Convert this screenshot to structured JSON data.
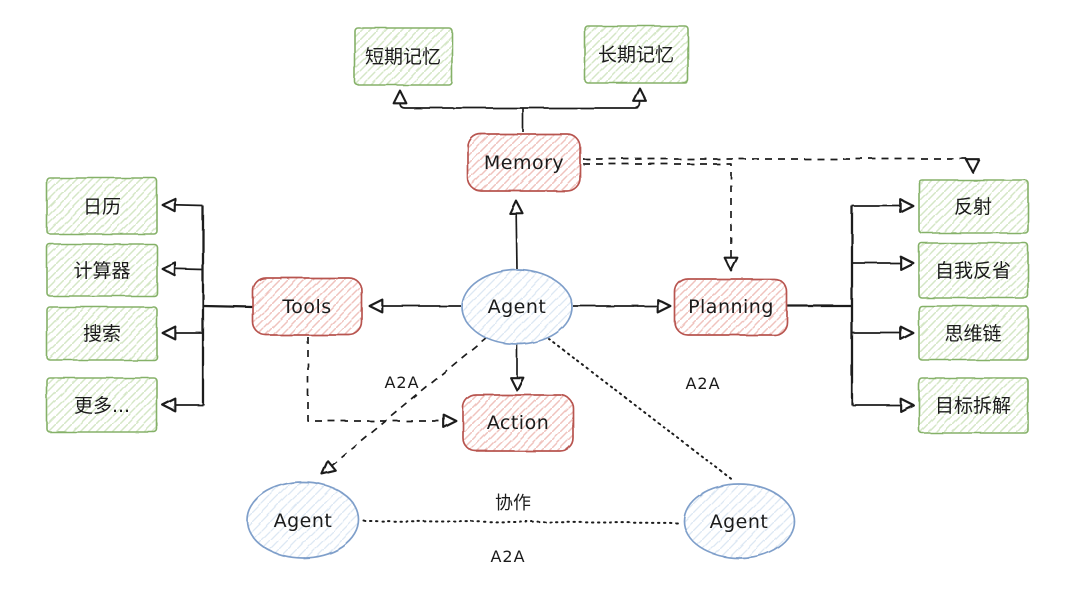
{
  "diagram_title": "Agent architecture diagram",
  "colors": {
    "background": "#ffffff",
    "line": "#1b1b1b",
    "red_stroke": "#b85450",
    "red_hatch": "#f0c3be",
    "green_stroke": "#85b168",
    "green_hatch": "#d5e7c6",
    "blue_stroke": "#7f9fca",
    "blue_hatch": "#dde8f4"
  },
  "nodes": {
    "memory": {
      "label": "Memory"
    },
    "short_term": {
      "label": "短期记忆"
    },
    "long_term": {
      "label": "长期记忆"
    },
    "agent": {
      "label": "Agent"
    },
    "tools": {
      "label": "Tools"
    },
    "planning": {
      "label": "Planning"
    },
    "action": {
      "label": "Action"
    },
    "calendar": {
      "label": "日历"
    },
    "calculator": {
      "label": "计算器"
    },
    "search": {
      "label": "搜索"
    },
    "more": {
      "label": "更多..."
    },
    "reflection": {
      "label": "反射"
    },
    "self_reflection": {
      "label": "自我反省"
    },
    "chain_of_thought": {
      "label": "思维链"
    },
    "goal_decomposition": {
      "label": "目标拆解"
    },
    "agent_bottom_left": {
      "label": "Agent"
    },
    "agent_bottom_right": {
      "label": "Agent"
    }
  },
  "edge_labels": {
    "a2a_left": "A2A",
    "a2a_right": "A2A",
    "a2a_bottom": "A2A",
    "collaboration": "协作"
  }
}
